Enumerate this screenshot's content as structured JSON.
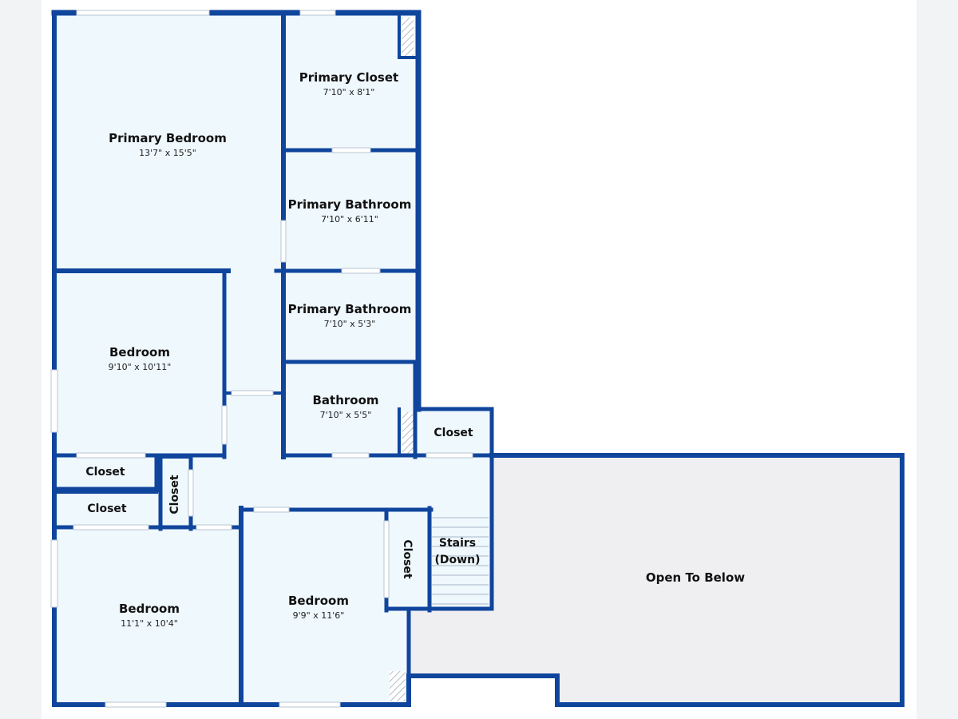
{
  "colors": {
    "wall": "#0f459c",
    "room_fill": "#eff8fd",
    "open_fill": "#efeff2",
    "page": "#ffffff",
    "outer": "#f2f3f5",
    "window": "#ffffff"
  },
  "rooms": {
    "primary_bedroom": {
      "name": "Primary Bedroom",
      "dims": "13'7\" x 15'5\""
    },
    "primary_closet": {
      "name": "Primary Closet",
      "dims": "7'10\" x 8'1\""
    },
    "primary_bathroom_1": {
      "name": "Primary Bathroom",
      "dims": "7'10\" x 6'11\""
    },
    "primary_bathroom_2": {
      "name": "Primary Bathroom",
      "dims": "7'10\" x 5'3\""
    },
    "bedroom_left": {
      "name": "Bedroom",
      "dims": "9'10\" x 10'11\""
    },
    "bathroom": {
      "name": "Bathroom",
      "dims": "7'10\" x 5'5\""
    },
    "closet_hall": {
      "name": "Closet"
    },
    "closet_upper": {
      "name": "Closet"
    },
    "closet_lower": {
      "name": "Closet"
    },
    "closet_vertical_left": {
      "name": "Closet"
    },
    "closet_vertical_mid": {
      "name": "Closet"
    },
    "stairs": {
      "line1": "Stairs",
      "line2": "(Down)"
    },
    "bedroom_bottom_left": {
      "name": "Bedroom",
      "dims": "11'1\" x 10'4\""
    },
    "bedroom_bottom_mid": {
      "name": "Bedroom",
      "dims": "9'9\" x 11'6\""
    },
    "open_to_below": {
      "name": "Open To Below"
    }
  }
}
